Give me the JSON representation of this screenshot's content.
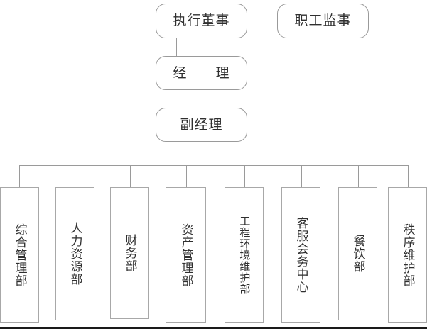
{
  "chart_data": {
    "type": "diagram",
    "title": "",
    "orientation": "top-down organizational hierarchy",
    "levels": [
      {
        "level": 1,
        "nodes": [
          {
            "id": "executive-director",
            "label": "执行董事",
            "shape": "rounded-rect"
          },
          {
            "id": "employee-supervisor",
            "label": "职工监事",
            "shape": "rounded-rect"
          }
        ]
      },
      {
        "level": 2,
        "nodes": [
          {
            "id": "manager",
            "label": "经　　理",
            "shape": "rounded-rect"
          }
        ]
      },
      {
        "level": 3,
        "nodes": [
          {
            "id": "deputy-manager",
            "label": "副经理",
            "shape": "rounded-rect"
          }
        ]
      },
      {
        "level": 4,
        "nodes": [
          {
            "id": "general-admin-dept",
            "label": "综合管理部",
            "shape": "rect",
            "orientation": "vertical"
          },
          {
            "id": "human-resources-dept",
            "label": "人力资源部",
            "shape": "rect",
            "orientation": "vertical"
          },
          {
            "id": "finance-dept",
            "label": "财务部",
            "shape": "rect",
            "orientation": "vertical"
          },
          {
            "id": "asset-management-dept",
            "label": "资产管理部",
            "shape": "rect",
            "orientation": "vertical"
          },
          {
            "id": "engineering-environment-maintenance-dept",
            "label": "工程环境维护部",
            "shape": "rect",
            "orientation": "vertical"
          },
          {
            "id": "customer-service-conference-center",
            "label": "客服会务中心",
            "shape": "rect",
            "orientation": "vertical"
          },
          {
            "id": "catering-dept",
            "label": "餐饮部",
            "shape": "rect",
            "orientation": "vertical"
          },
          {
            "id": "order-maintenance-dept",
            "label": "秩序维护部",
            "shape": "rect",
            "orientation": "vertical"
          }
        ]
      }
    ],
    "edges": [
      {
        "from": "executive-director",
        "to": "employee-supervisor",
        "style": "horizontal"
      },
      {
        "from": "executive-director",
        "to": "manager",
        "style": "vertical"
      },
      {
        "from": "manager",
        "to": "deputy-manager",
        "style": "vertical"
      },
      {
        "from": "deputy-manager",
        "to": "general-admin-dept",
        "style": "bus"
      },
      {
        "from": "deputy-manager",
        "to": "human-resources-dept",
        "style": "bus"
      },
      {
        "from": "deputy-manager",
        "to": "finance-dept",
        "style": "bus"
      },
      {
        "from": "deputy-manager",
        "to": "asset-management-dept",
        "style": "bus"
      },
      {
        "from": "deputy-manager",
        "to": "engineering-environment-maintenance-dept",
        "style": "bus"
      },
      {
        "from": "deputy-manager",
        "to": "customer-service-conference-center",
        "style": "bus"
      },
      {
        "from": "deputy-manager",
        "to": "catering-dept",
        "style": "bus"
      },
      {
        "from": "deputy-manager",
        "to": "order-maintenance-dept",
        "style": "bus"
      }
    ],
    "colors": {
      "node_border": "#9a9a9a",
      "dept_border": "#a8a8a8",
      "connector": "#9a9a9a",
      "text": "#2f2f2f",
      "background": "#ffffff",
      "page_rule": "#1a1a1a"
    }
  },
  "org": {
    "top": {
      "executive_director": "执行董事",
      "employee_supervisor": "职工监事"
    },
    "manager": "经　　理",
    "deputy_manager": "副经理",
    "departments": [
      {
        "label": "综合管理部"
      },
      {
        "label": "人力资源部"
      },
      {
        "label": "财务部"
      },
      {
        "label": "资产管理部"
      },
      {
        "label": "工程环境维护部"
      },
      {
        "label": "客服会务中心"
      },
      {
        "label": "餐饮部"
      },
      {
        "label": "秩序维护部"
      }
    ]
  }
}
